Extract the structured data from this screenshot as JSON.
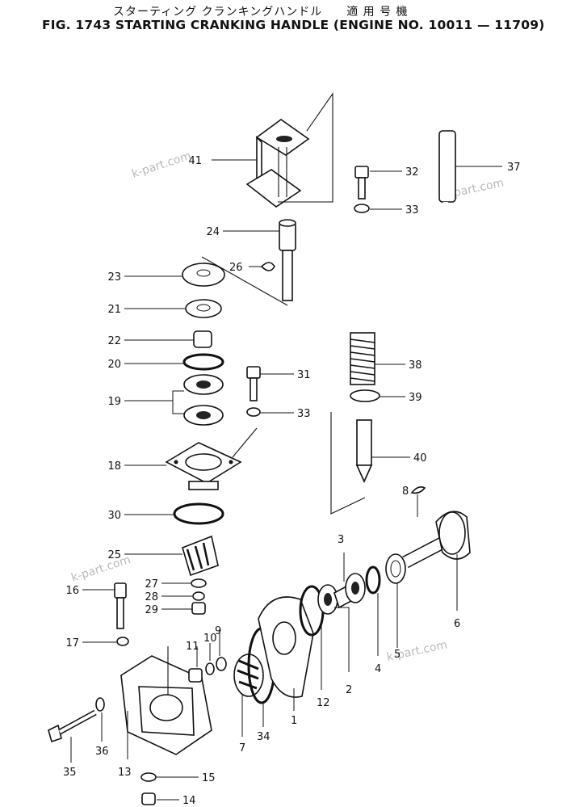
{
  "header": {
    "title_jp": "スターティング クランキングハンドル　　適 用 号 機",
    "title_en": "FIG. 1743  STARTING CRANKING HANDLE (ENGINE NO. 10011 — 11709)"
  },
  "watermarks": [
    "k-part.com",
    "k-part.com",
    "k-part.com",
    "k-part.com"
  ],
  "callouts": [
    "41",
    "32",
    "33",
    "37",
    "24",
    "26",
    "23",
    "21",
    "22",
    "20",
    "38",
    "31",
    "19",
    "33",
    "39",
    "18",
    "40",
    "8",
    "30",
    "25",
    "3",
    "16",
    "27",
    "28",
    "29",
    "17",
    "9",
    "10",
    "11",
    "4",
    "5",
    "6",
    "2",
    "12",
    "7",
    "34",
    "1",
    "36",
    "35",
    "13",
    "15",
    "14"
  ]
}
